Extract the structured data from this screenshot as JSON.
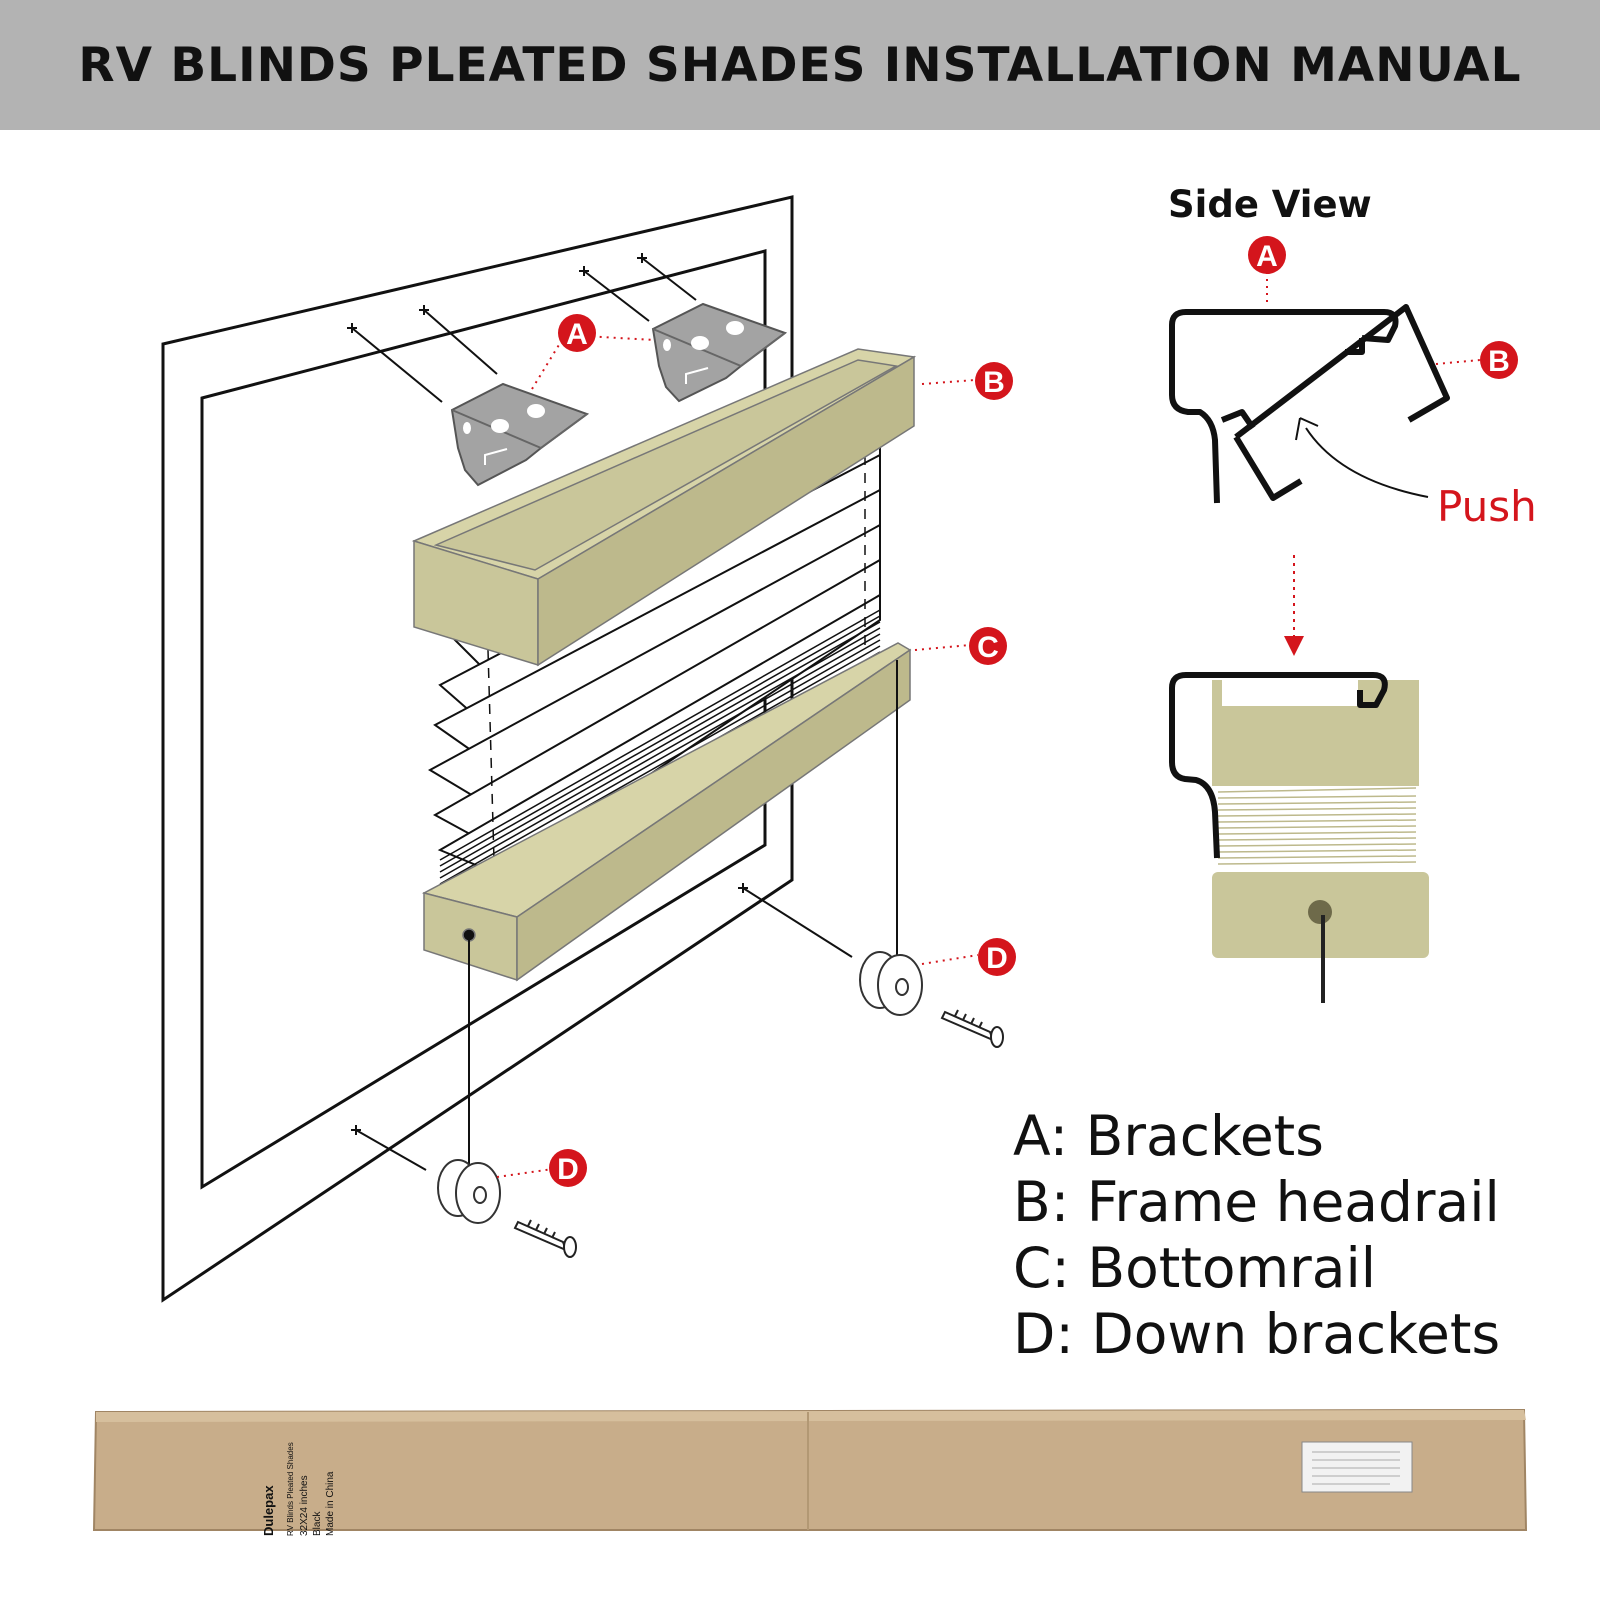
{
  "header": {
    "title": "RV BLINDS PLEATED SHADES INSTALLATION MANUAL"
  },
  "colors": {
    "header_bg": "#b3b3b3",
    "accent_red": "#d4151c",
    "rail_beige": "#c9c69a",
    "bracket_gray": "#9a9a9a",
    "box_cardboard": "#c8ad8a"
  },
  "callouts": {
    "a": "A",
    "b": "B",
    "c": "C",
    "d": "D"
  },
  "side_view": {
    "title": "Side View",
    "push_label": "Push"
  },
  "legend": [
    {
      "text": "A: Brackets"
    },
    {
      "text": "B: Frame headrail"
    },
    {
      "text": "C: Bottomrail"
    },
    {
      "text": "D: Down brackets"
    }
  ],
  "box": {
    "brand": "Dulepax",
    "lines": [
      "RV Blinds Pleated Shades",
      "32X24 inches",
      "Black",
      "Made in China"
    ]
  }
}
